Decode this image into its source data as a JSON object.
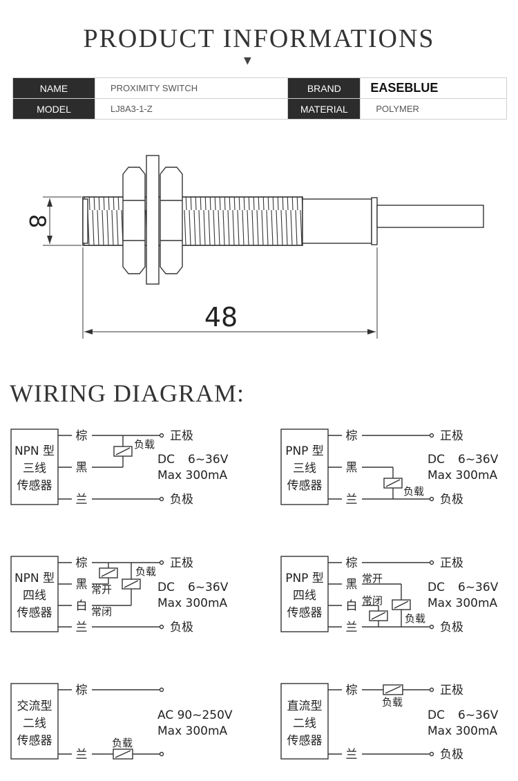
{
  "header": {
    "title": "PRODUCT INFORMATIONS",
    "arrow": "▼"
  },
  "specs": {
    "name_label": "NAME",
    "name_value": "PROXIMITY SWITCH",
    "brand_label": "BRAND",
    "brand_value": "EASEBLUE",
    "model_label": "MODEL",
    "model_value": "LJ8A3-1-Z",
    "material_label": "MATERIAL",
    "material_value": "POLYMER"
  },
  "drawing": {
    "diameter": "8",
    "length": "48"
  },
  "wiring": {
    "title": "WIRING DIAGRAM:",
    "npn3": {
      "type": "NPN 型",
      "line2": "三线",
      "line3": "传感器",
      "w1": "棕",
      "w2": "黑",
      "w3": "兰",
      "pos": "正极",
      "neg": "负极",
      "load": "负载",
      "dc": "DC",
      "range": "6~36V",
      "max": "Max 300mA"
    },
    "pnp3": {
      "type": "PNP 型",
      "line2": "三线",
      "line3": "传感器",
      "w1": "棕",
      "w2": "黑",
      "w3": "兰",
      "pos": "正极",
      "neg": "负极",
      "load": "负载",
      "dc": "DC",
      "range": "6~36V",
      "max": "Max 300mA"
    },
    "npn4": {
      "type": "NPN 型",
      "line2": "四线",
      "line3": "传感器",
      "w1": "棕",
      "w2": "黑",
      "w3": "白",
      "w4": "兰",
      "pos": "正极",
      "neg": "负极",
      "load": "负载",
      "no": "常开",
      "nc": "常闭",
      "dc": "DC",
      "range": "6~36V",
      "max": "Max 300mA"
    },
    "pnp4": {
      "type": "PNP 型",
      "line2": "四线",
      "line3": "传感器",
      "w1": "棕",
      "w2": "黑",
      "w3": "白",
      "w4": "兰",
      "pos": "正极",
      "neg": "负极",
      "load": "负载",
      "no": "常开",
      "nc": "常闭",
      "dc": "DC",
      "range": "6~36V",
      "max": "Max 300mA"
    },
    "ac2": {
      "line1": "交流型",
      "line2": "二线",
      "line3": "传感器",
      "w1": "棕",
      "w3": "兰",
      "load": "负载",
      "ac": "AC 90~250V",
      "max": "Max 300mA"
    },
    "dc2": {
      "line1": "直流型",
      "line2": "二线",
      "line3": "传感器",
      "w1": "棕",
      "w3": "兰",
      "pos": "正极",
      "neg": "负极",
      "load": "负载",
      "dc": "DC",
      "range": "6~36V",
      "max": "Max 300mA"
    }
  }
}
